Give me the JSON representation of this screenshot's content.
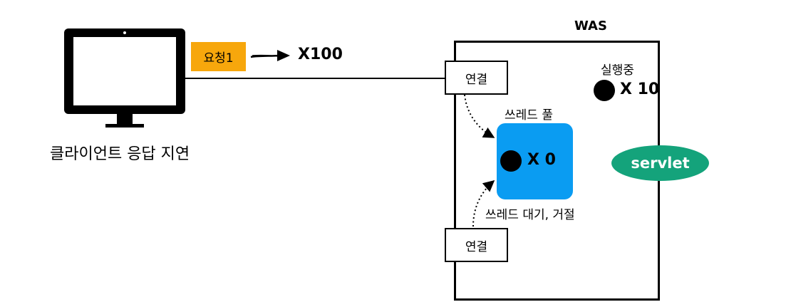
{
  "client": {
    "caption": "클라이언트 응답 지연",
    "monitor_icon": "desktop-monitor-icon"
  },
  "request": {
    "label": "요청1",
    "multiplier": "X100",
    "arrow_icon": "right-arrow-icon"
  },
  "was": {
    "title": "WAS",
    "connection_top": "연결",
    "connection_bottom": "연결",
    "running_label": "실행중",
    "running_count": "X 10",
    "thread_pool_label": "쓰레드 풀",
    "thread_pool_count": "X 0",
    "waiting_label": "쓰레드 대기, 거절",
    "servlet_label": "servlet"
  },
  "colors": {
    "request_badge": "#f7a70c",
    "thread_pool": "#0a9cf2",
    "servlet": "#14a37b"
  }
}
